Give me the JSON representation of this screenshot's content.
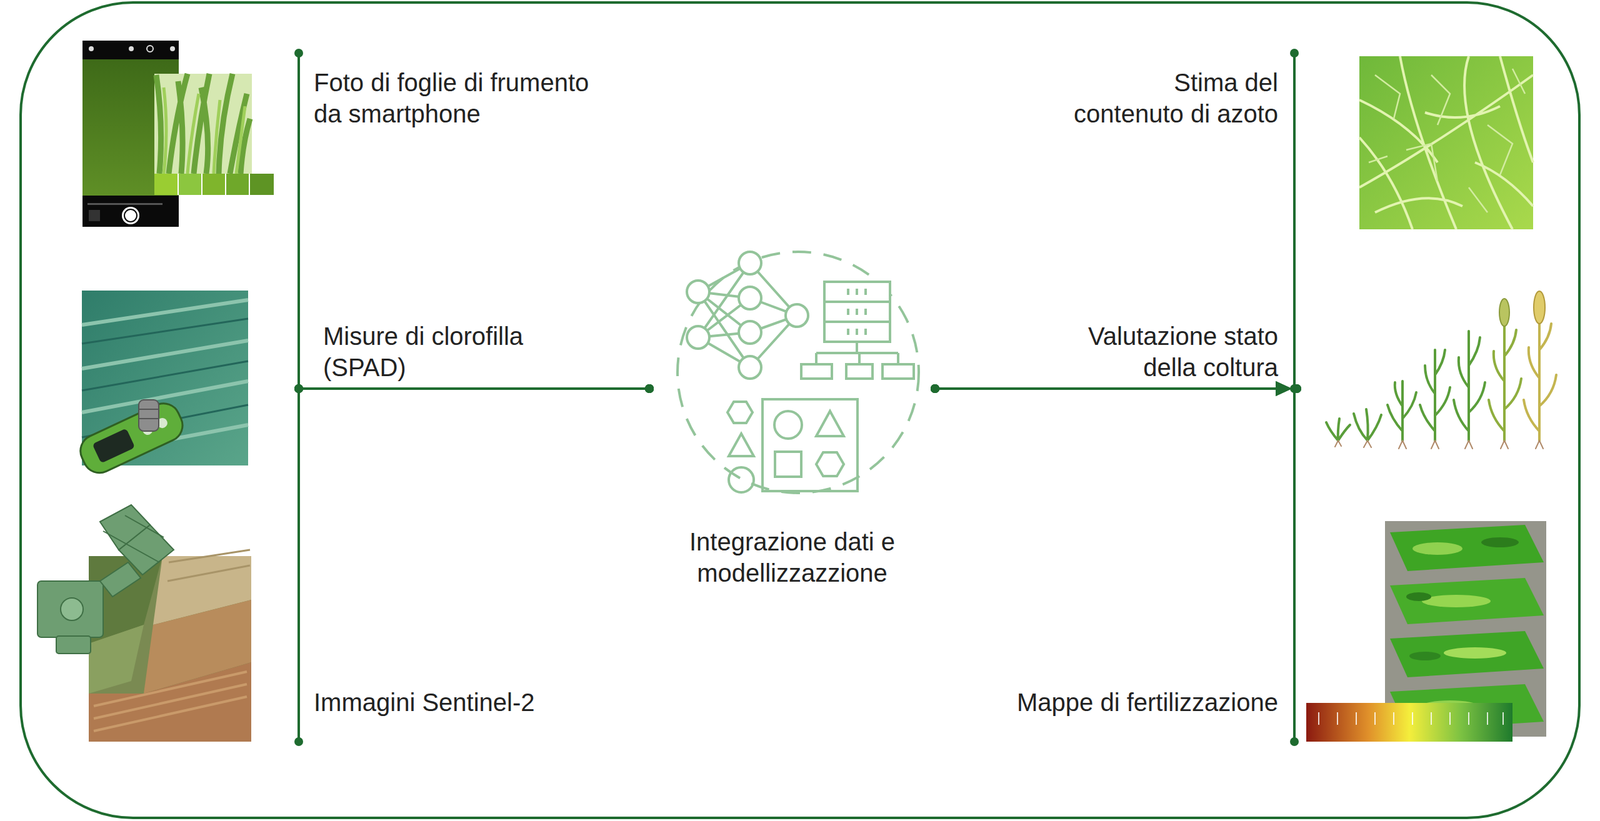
{
  "diagram": {
    "nodes": [
      {
        "text": [
          "Foto di foglie di frumento da smartphone"
        ]
      },
      {
        "text": [
          "Misure di clorofilla (SPAD)"
        ]
      },
      {
        "text": [
          "Immagini Sentinel-2"
        ]
      },
      {
        "text": [
          "Integrazione dati e modellizzazzione"
        ]
      },
      {
        "text": [
          "Stima del contenuto di azoto"
        ]
      },
      {
        "text": [
          "Valutazione stato della coltura"
        ]
      },
      {
        "text": [
          "Mappe di fertilizzazione"
        ]
      }
    ],
    "edges": [
      {
        "from": 0,
        "to": 3,
        "arrow": "none"
      },
      {
        "from": 1,
        "to": 3,
        "arrow": "none"
      },
      {
        "from": 2,
        "to": 3,
        "arrow": "none"
      },
      {
        "from": 3,
        "to": 4,
        "arrow": "to"
      },
      {
        "from": 3,
        "to": 5,
        "arrow": "to"
      },
      {
        "from": 3,
        "to": 6,
        "arrow": "to"
      }
    ]
  }
}
